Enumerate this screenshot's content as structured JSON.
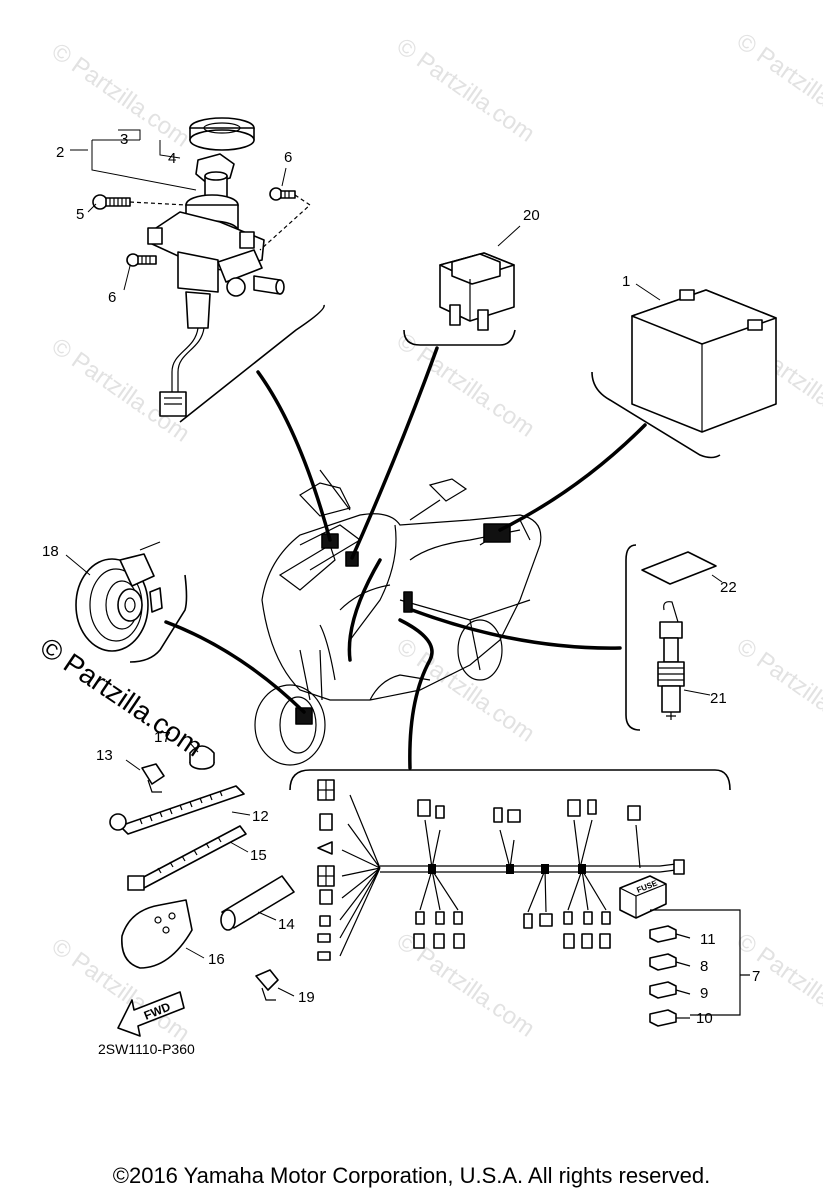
{
  "watermark": {
    "text": "© Partzilla.com",
    "main_text": "© Partzilla.com"
  },
  "diagram_code": "2SW1110-P360",
  "fwd_label": "FWD",
  "fuse_label": "FUSE",
  "copyright": "©2016 Yamaha Motor Corporation, U.S.A. All rights reserved.",
  "callouts": {
    "c1": "1",
    "c2": "2",
    "c3": "3",
    "c4": "4",
    "c5": "5",
    "c6a": "6",
    "c6b": "6",
    "c7": "7",
    "c8": "8",
    "c9": "9",
    "c10": "10",
    "c11": "11",
    "c12": "12",
    "c13": "13",
    "c14": "14",
    "c15": "15",
    "c16": "16",
    "c17": "17",
    "c18": "18",
    "c19": "19",
    "c20": "20",
    "c21": "21",
    "c22": "22"
  }
}
